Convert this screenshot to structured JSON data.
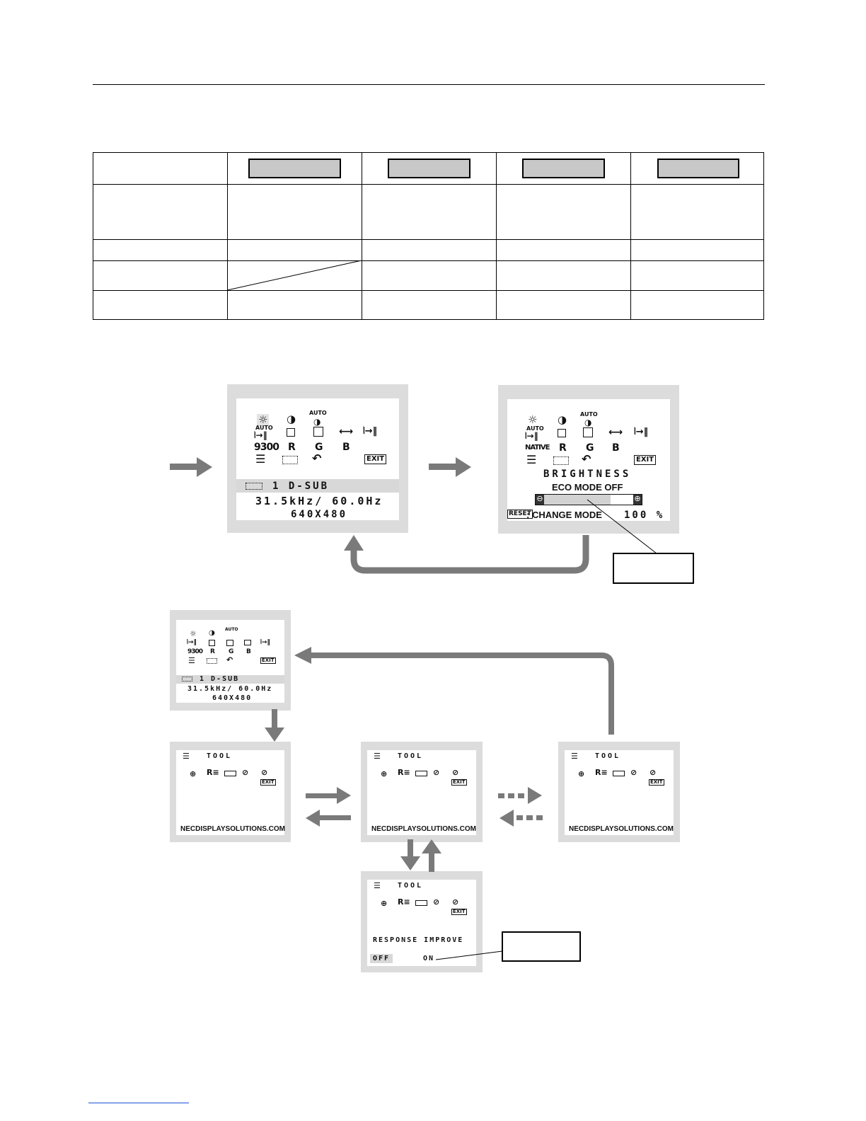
{
  "osd_main": {
    "row1": [
      "☼",
      "◑",
      "AUTO"
    ],
    "row3": [
      "9300",
      "R",
      "G",
      "B"
    ],
    "exit_label": "EXIT",
    "input_label": "1  D-SUB",
    "freq": "31.5kHz/ 60.0Hz",
    "resolution": "640X480"
  },
  "osd_brightness": {
    "row3": [
      "NATIVE",
      "R",
      "G",
      "B"
    ],
    "exit_label": "EXIT",
    "title": "BRIGHTNESS",
    "eco": "ECO MODE OFF",
    "reset_label": "RESET",
    "change_mode": ": CHANGE MODE",
    "value": "100  %",
    "level_fraction": 0.75
  },
  "osd_small": {
    "input_label": "1  D-SUB",
    "freq": "31.5kHz/ 60.0Hz",
    "resolution": "640X480"
  },
  "tool_screens": {
    "title": "TOOL",
    "footer": "NECDISPLAYSOLUTIONS.COM",
    "exit_label": "EXIT",
    "response_label": "RESPONSE  IMPROVE",
    "off_label": "OFF",
    "on_label": "ON"
  },
  "colors": {
    "arrow": "#7a7a7a",
    "panel_frame": "#dcdcdc",
    "header_button": "#c8c8c8"
  }
}
